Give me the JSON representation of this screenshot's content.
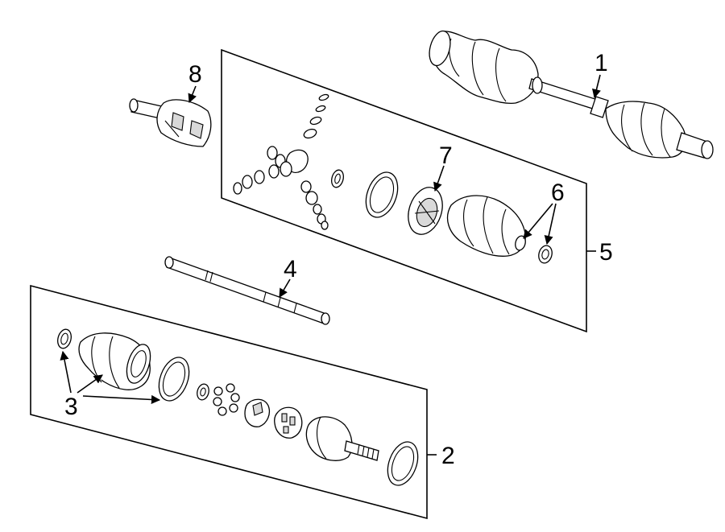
{
  "callouts": {
    "c1": "1",
    "c2": "2",
    "c3": "3",
    "c4": "4",
    "c5": "5",
    "c6": "6",
    "c7": "7",
    "c8": "8"
  },
  "colors": {
    "ink": "#000000",
    "background": "#ffffff",
    "shade": "#d9d9d9"
  }
}
